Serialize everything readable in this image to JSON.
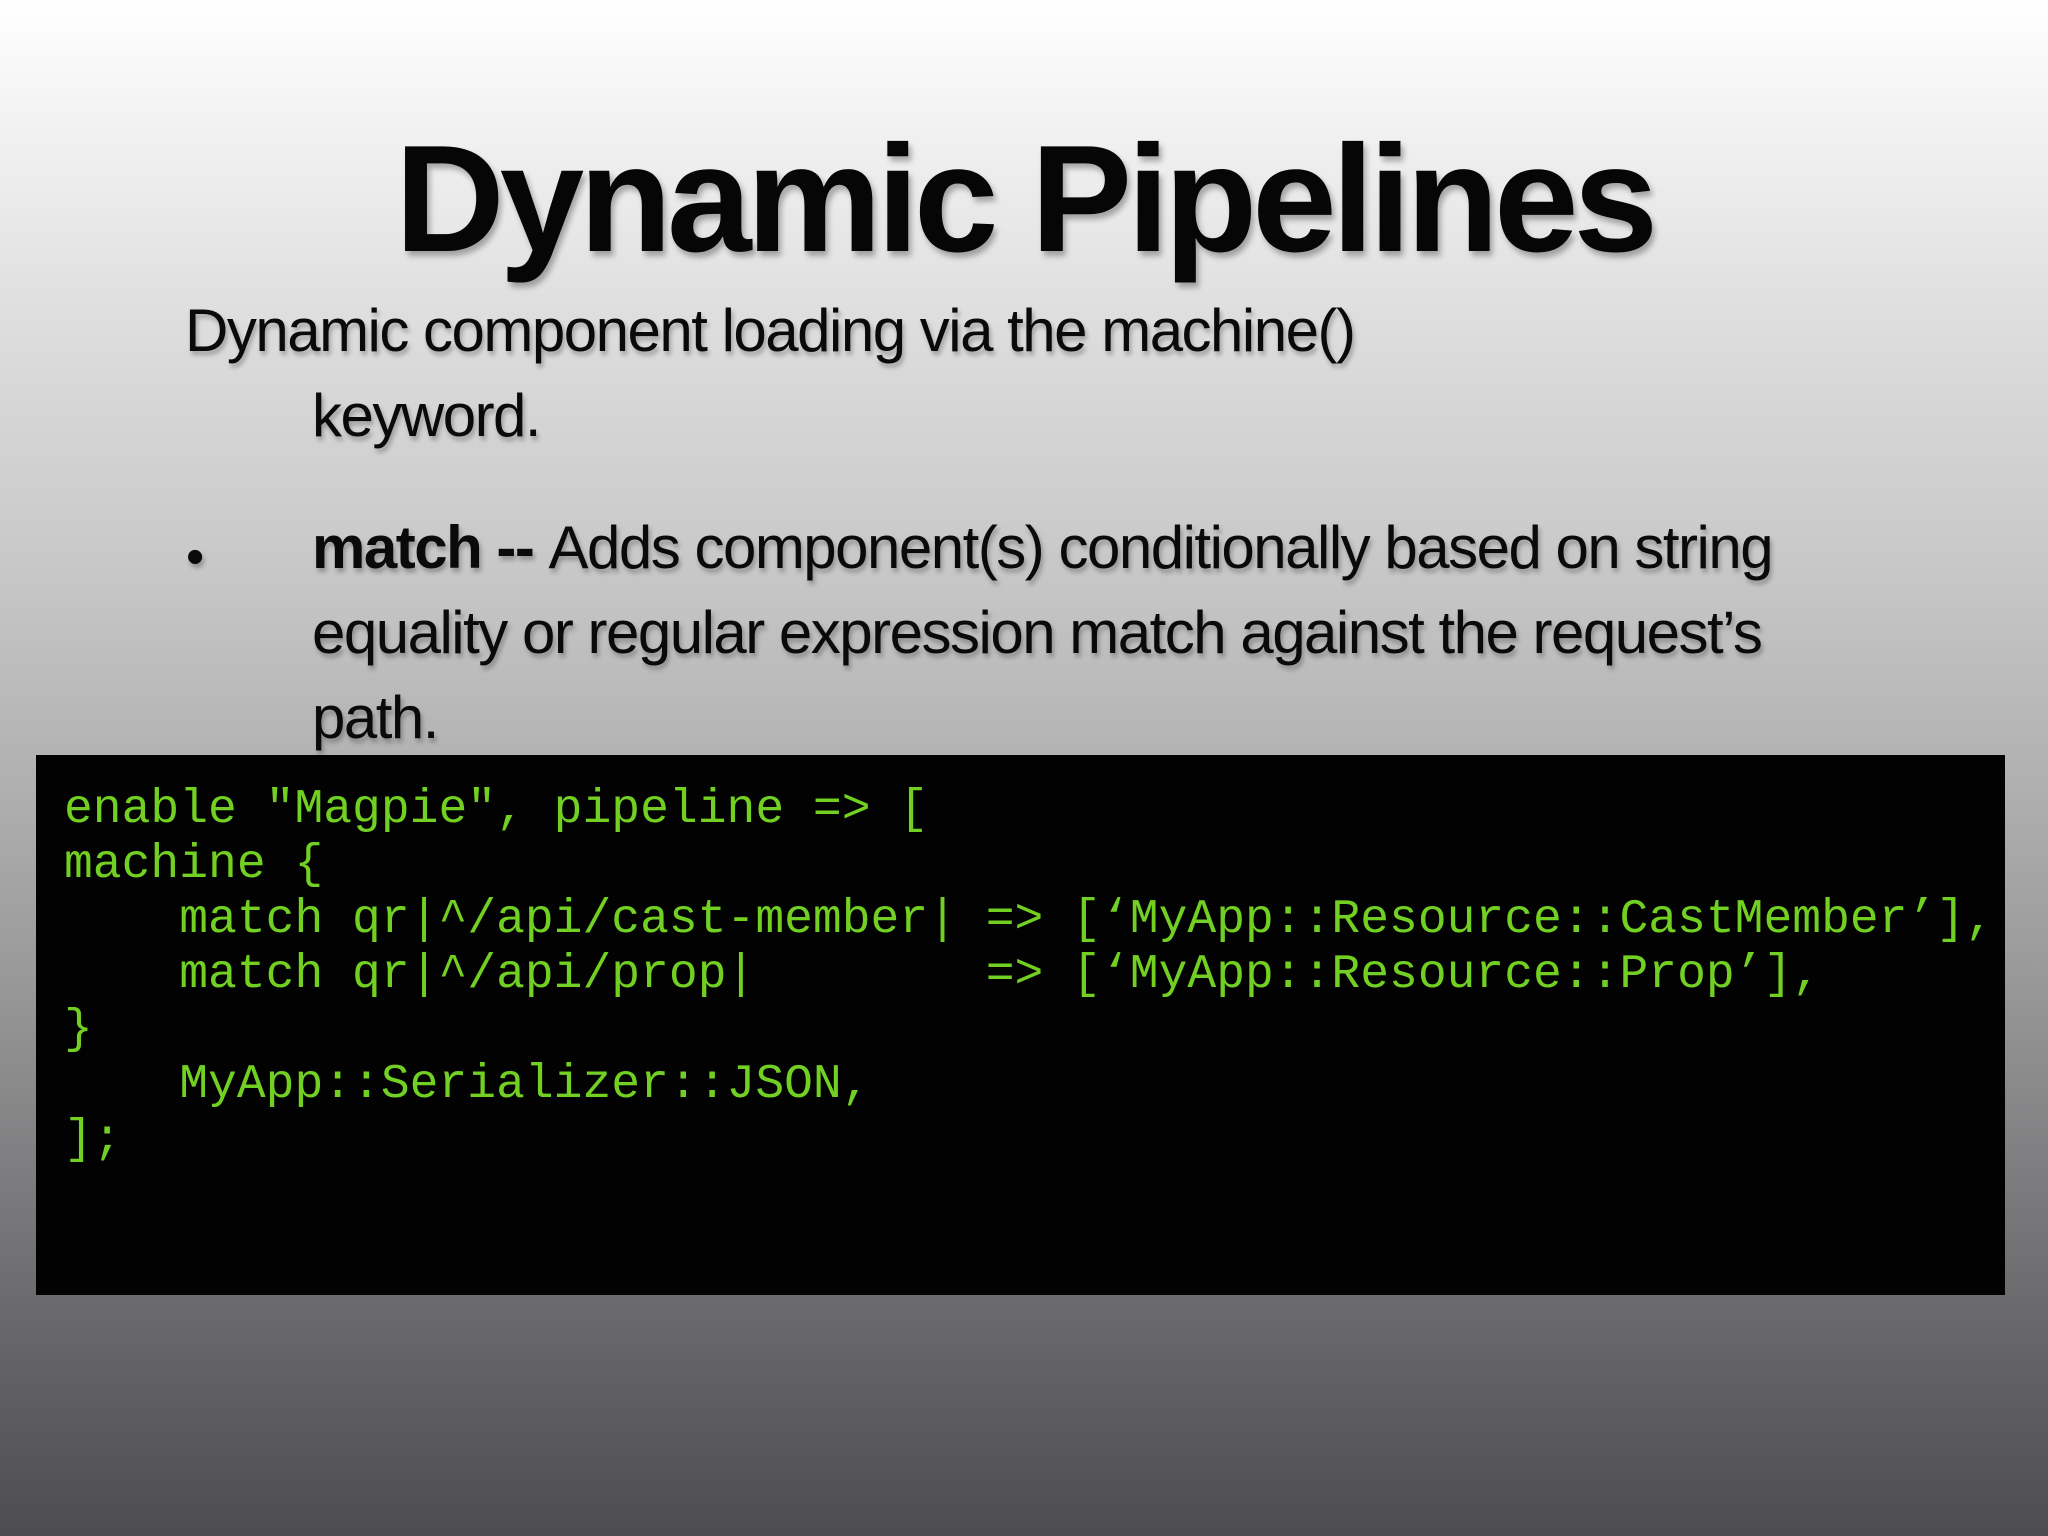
{
  "slide": {
    "title": "Dynamic Pipelines",
    "intro": {
      "lines": [
        "Dynamic component loading via the machine()",
        "keyword."
      ]
    },
    "bullet": {
      "marker": "•",
      "term": "match",
      "separator": "--",
      "text": "Adds component(s) conditionally based on string equality or regular expression match against the request’s path."
    },
    "code": {
      "lines": [
        "enable \"Magpie\", pipeline => [",
        "machine {",
        "    match qr|^/api/cast-member| => [‘MyApp::Resource::CastMember’],",
        "    match qr|^/api/prop|        => [‘MyApp::Resource::Prop’],",
        "}",
        "    MyApp::Serializer::JSON,",
        "];"
      ]
    },
    "colors": {
      "code_background": "#020202",
      "code_text_green": "#72d022",
      "body_text": "#0a0a0a",
      "background_gradient_top": "#ffffff",
      "background_gradient_bottom": "#4d4d4f"
    }
  }
}
